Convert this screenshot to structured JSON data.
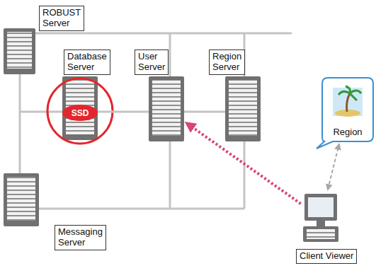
{
  "diagram": {
    "nodes": [
      {
        "text": [
          "ROBUST Server"
        ]
      },
      {
        "text": [
          "Database Server"
        ]
      },
      {
        "text": [
          "SSD"
        ],
        "in": 1
      },
      {
        "text": [
          "User Server"
        ]
      },
      {
        "text": [
          "Region Server"
        ]
      },
      {
        "text": [
          "Messaging Server"
        ]
      },
      {
        "text": [
          "Region"
        ]
      },
      {
        "text": [
          "Client Viewer"
        ]
      }
    ],
    "edges": [
      {
        "from": 0,
        "to": 5,
        "arrow": "none"
      },
      {
        "from": 1,
        "to": 3,
        "arrow": "none"
      },
      {
        "from": 3,
        "to": 4,
        "arrow": "none"
      },
      {
        "from": 7,
        "to": 3,
        "arrow": "to"
      },
      {
        "from": 7,
        "to": 6,
        "arrow": "both"
      }
    ]
  }
}
